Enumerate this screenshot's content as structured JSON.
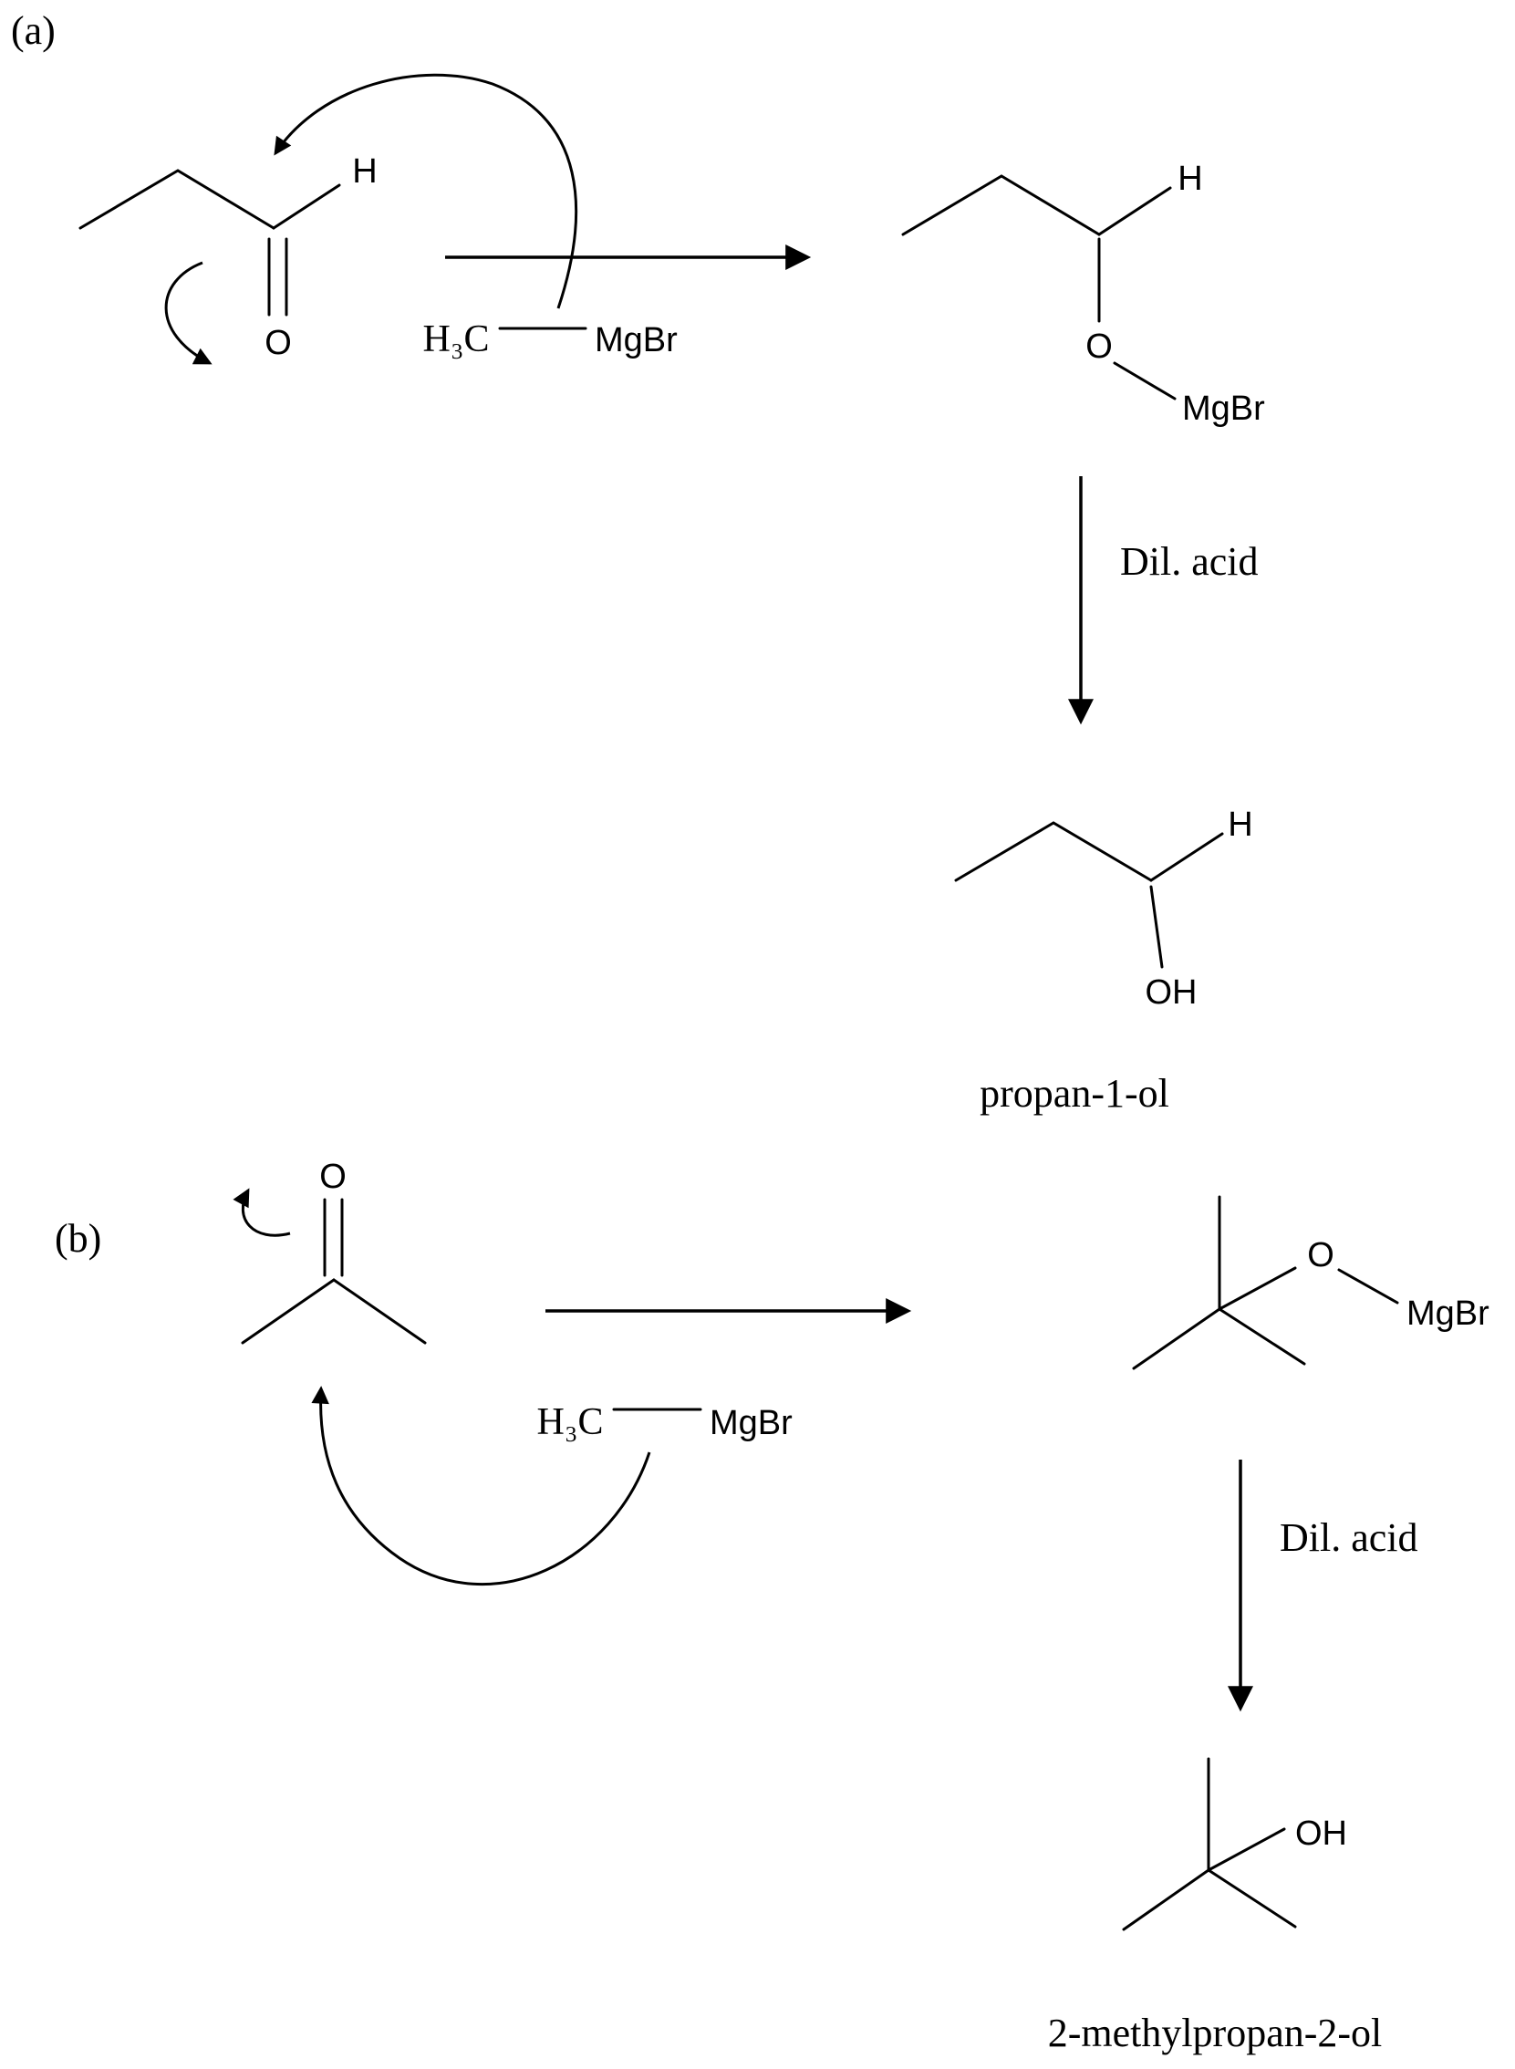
{
  "colors": {
    "ink": "#000000",
    "background": "#ffffff"
  },
  "section_a": {
    "label": "(a)",
    "reactant": {
      "h_label": "H",
      "o_label": "O"
    },
    "grignard": {
      "alkyl": "H₃C",
      "halide": "MgBr"
    },
    "adduct": {
      "h_label": "H",
      "o_label": "O",
      "mgbr_label": "MgBr"
    },
    "workup_label": "Dil. acid",
    "product": {
      "h_label": "H",
      "oh_label": "OH",
      "name": "propan-1-ol"
    }
  },
  "section_b": {
    "label": "(b)",
    "reactant": {
      "o_label": "O"
    },
    "grignard": {
      "alkyl": "H₃C",
      "halide": "MgBr"
    },
    "adduct": {
      "o_label": "O",
      "mgbr_label": "MgBr"
    },
    "workup_label": "Dil. acid",
    "product": {
      "oh_label": "OH",
      "name": "2-methylpropan-2-ol"
    }
  }
}
